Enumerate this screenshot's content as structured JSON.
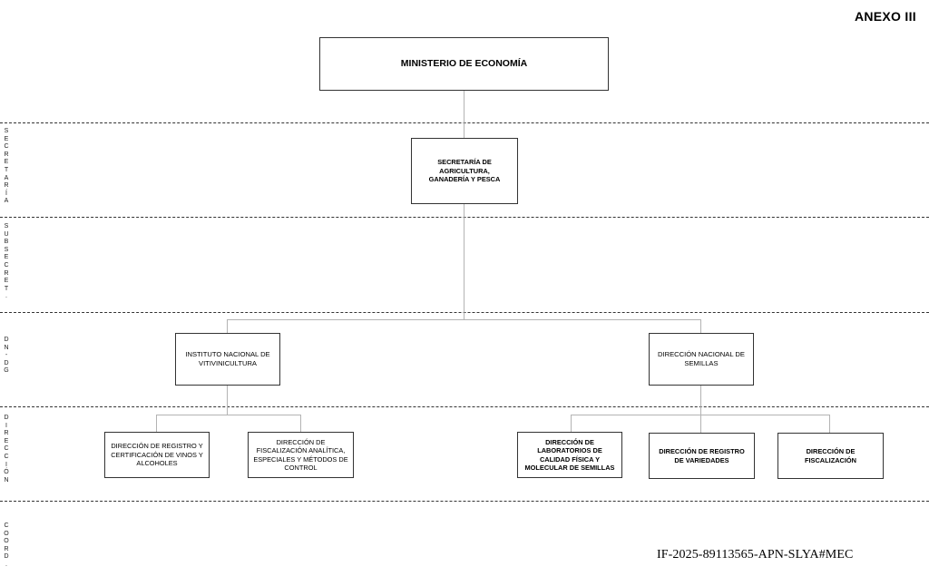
{
  "annex_title": "ANEXO III",
  "bands": {
    "secretaria": "S\nE\nC\nR\nE\nT\nA\nR\nÍ\nA",
    "subsecretaria": "S\nU\nB\nS\nE\nC\nR\nE\nT\n.",
    "dn_dg": "D\nN\n-\nD\nG",
    "direccion": "D\nI\nR\nE\nC\nC\nI\nÓ\nN",
    "coord": "C\nO\nO\nR\nD\n."
  },
  "nodes": {
    "ministerio": "MINISTERIO DE ECONOMÍA",
    "secretaria": "SECRETARÍA DE AGRICULTURA, GANADERÍA Y PESCA",
    "inv": "INSTITUTO NACIONAL DE VITIVINICULTURA",
    "semillas": "DIRECCIÓN NACIONAL DE SEMILLAS",
    "registro_vinos": "DIRECCIÓN DE REGISTRO Y CERTIFICACIÓN DE VINOS Y ALCOHOLES",
    "fiscalizacion_analitica": "DIRECCIÓN DE FISCALIZACIÓN ANALÍTICA, ESPECIALES Y MÉTODOS DE CONTROL",
    "laboratorios": "DIRECCIÓN DE LABORATORIOS DE CALIDAD FÍSICA Y MOLECULAR DE SEMILLAS",
    "registro_variedades": "DIRECCIÓN DE REGISTRO DE VARIEDADES",
    "fiscalizacion": "DIRECCIÓN DE FISCALIZACIÓN"
  },
  "document_id": "IF-2025-89113565-APN-SLYA#MEC"
}
